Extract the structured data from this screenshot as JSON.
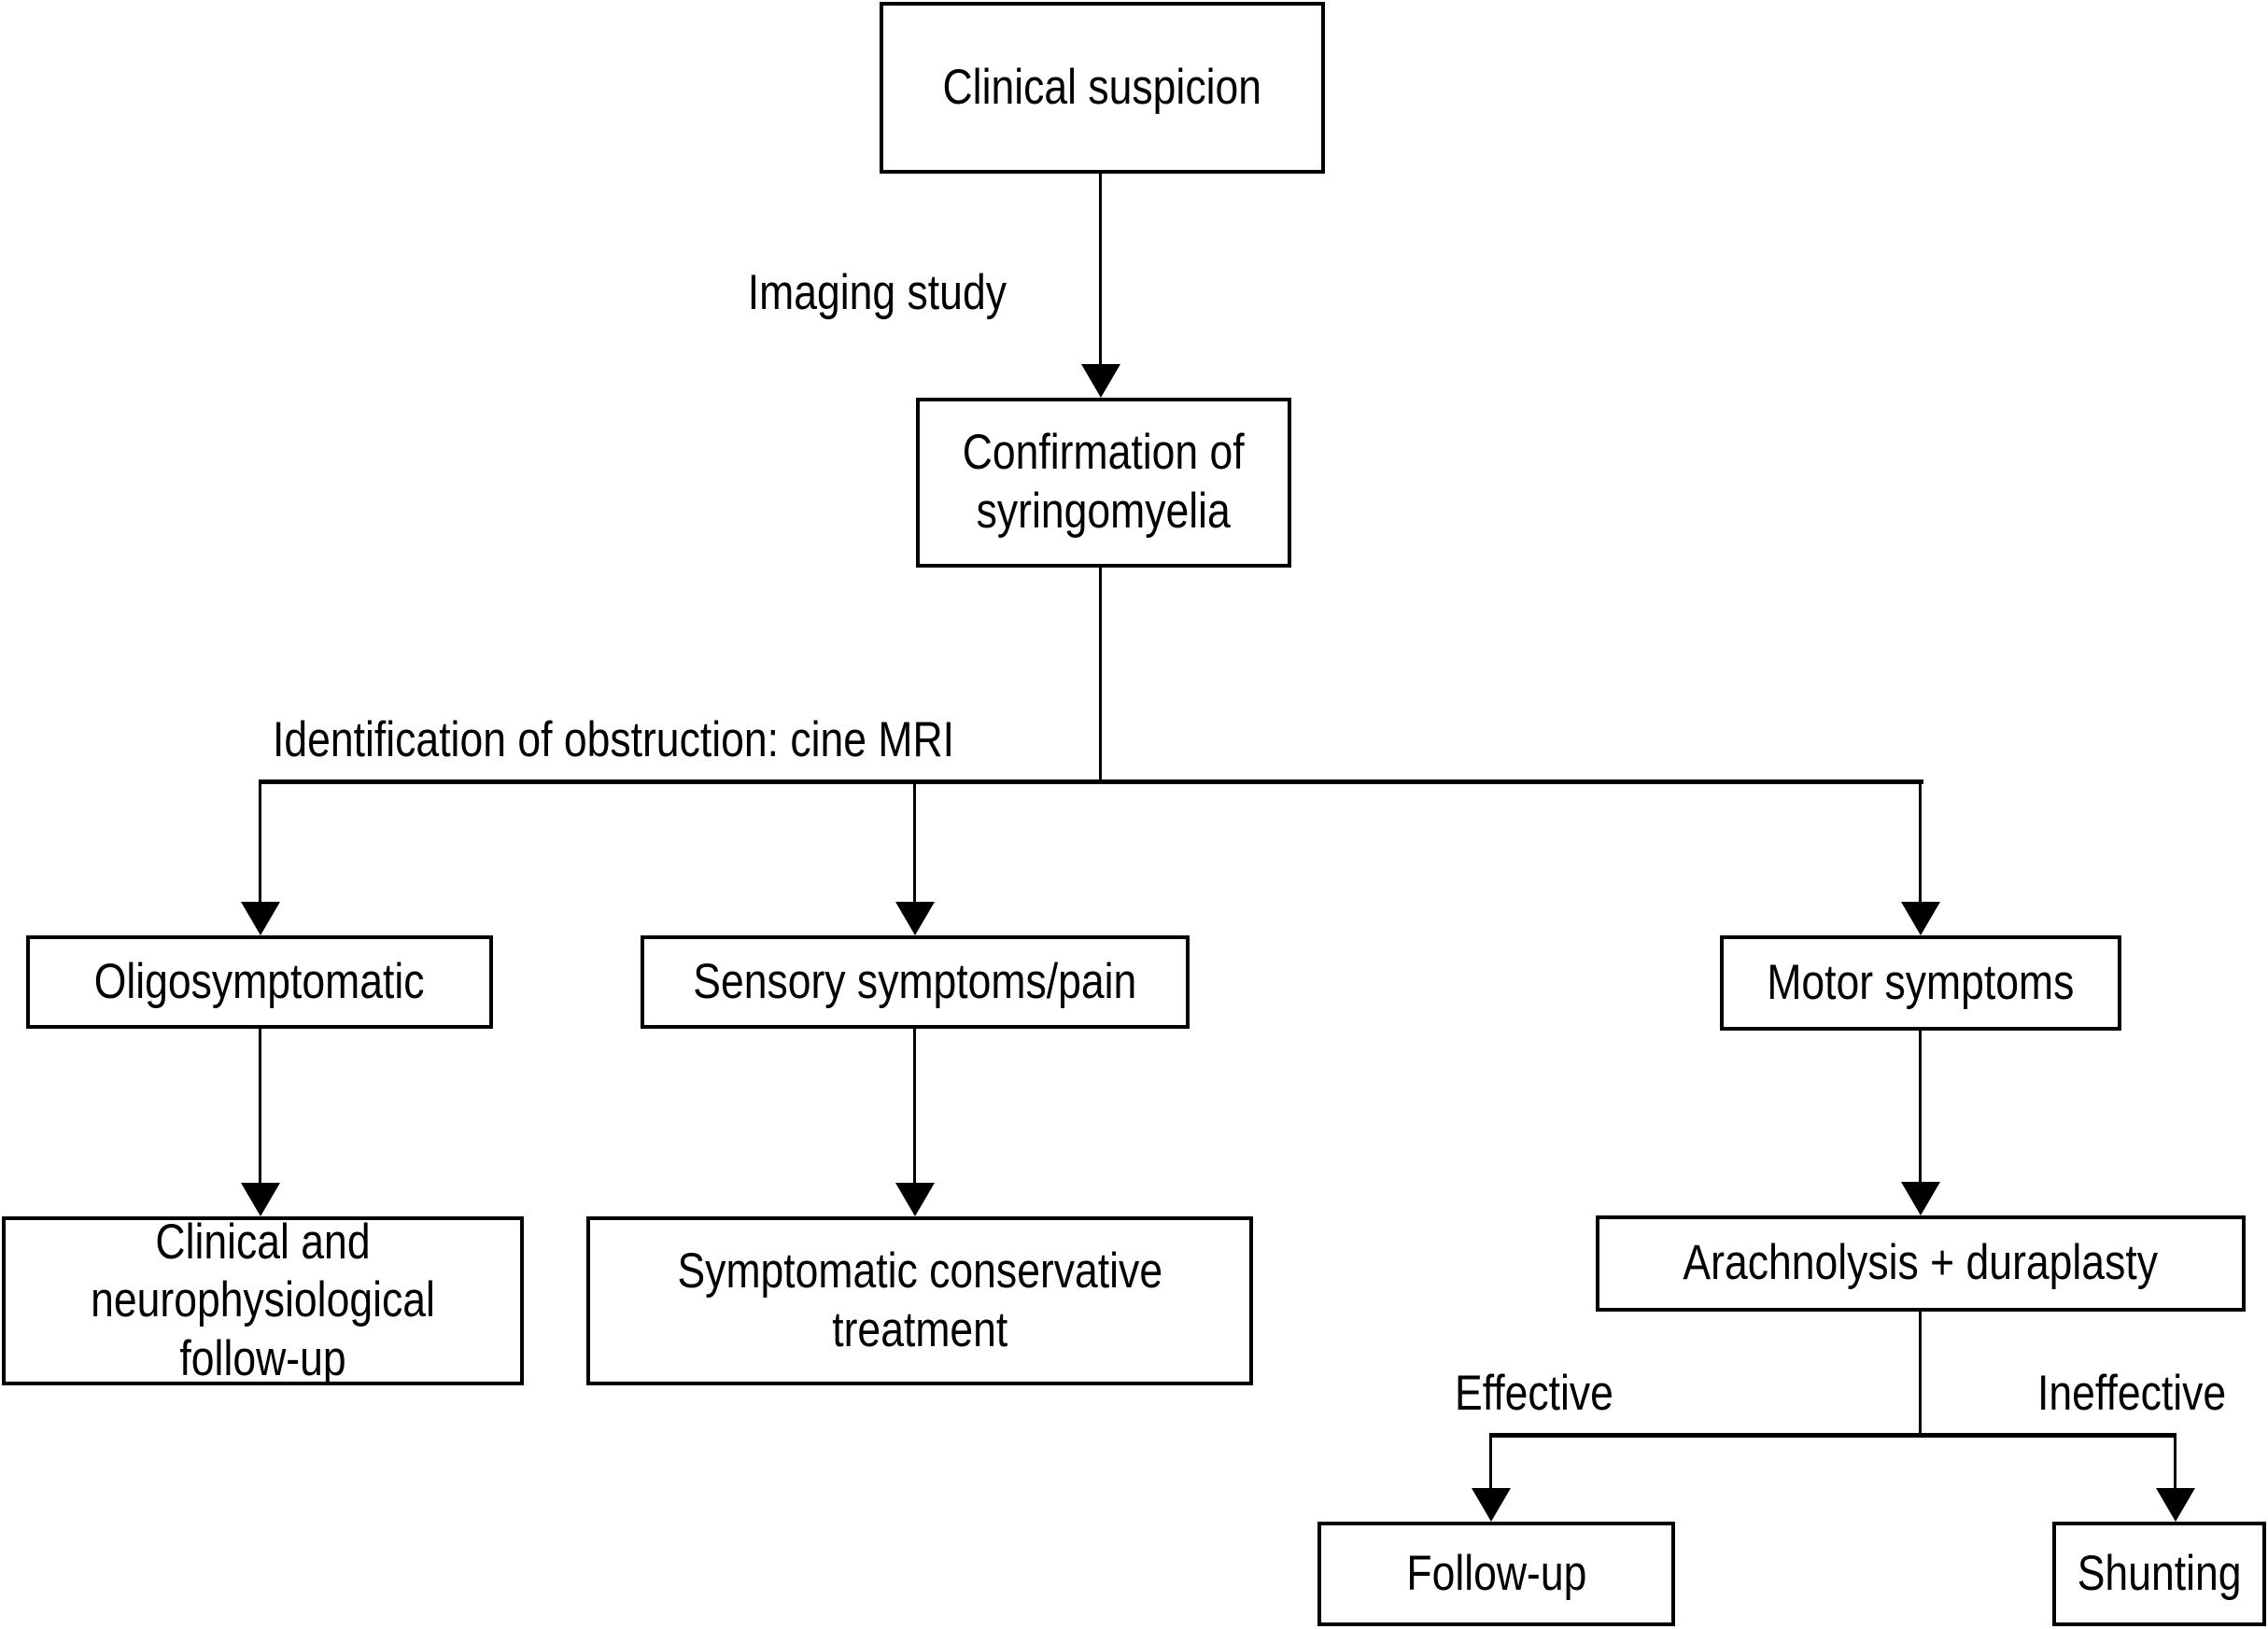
{
  "figure": {
    "background_color": "#ffffff",
    "line_color": "#000000",
    "text_color": "#000000",
    "box_fill_color": "#ffffff"
  },
  "nodes": {
    "clinical_suspicion": {
      "label": "Clinical suspicion"
    },
    "confirmation": {
      "label": "Confirmation of\nsyringomyelia"
    },
    "oligosymptomatic": {
      "label": "Oligosymptomatic"
    },
    "sensory": {
      "label": "Sensory symptoms/pain"
    },
    "motor": {
      "label": "Motor symptoms"
    },
    "clinical_followup": {
      "label": "Clinical and\nneurophysiological\nfollow-up"
    },
    "symptomatic": {
      "label": "Symptomatic conservative\ntreatment"
    },
    "arachnolysis": {
      "label": "Arachnolysis + duraplasty"
    },
    "followup": {
      "label": "Follow-up"
    },
    "shunting": {
      "label": "Shunting"
    }
  },
  "edge_labels": {
    "imaging_study": "Imaging study",
    "identification": "Identification of obstruction: cine MRI",
    "effective": "Effective",
    "ineffective": "Ineffective"
  }
}
